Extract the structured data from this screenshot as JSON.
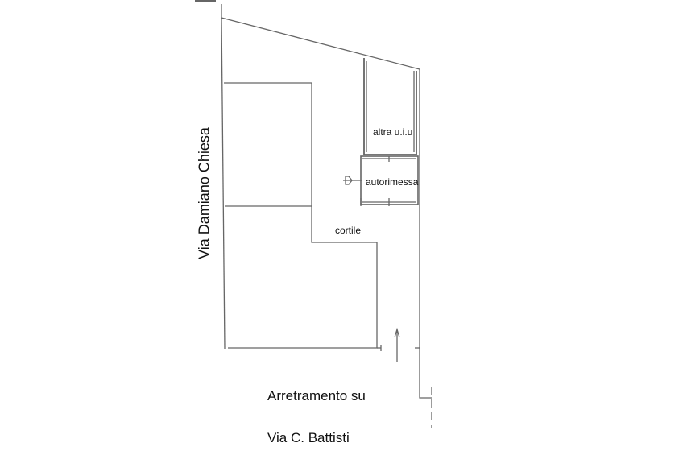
{
  "plan": {
    "line_color": "#666666",
    "room_upper": "altra u.i.u",
    "room_lower": "autorimessa",
    "courtyard": "cortile",
    "street_left": "Via Damiano Chiesa",
    "setback": "Arretramento su",
    "street_bottom": "Via C. Battisti"
  }
}
